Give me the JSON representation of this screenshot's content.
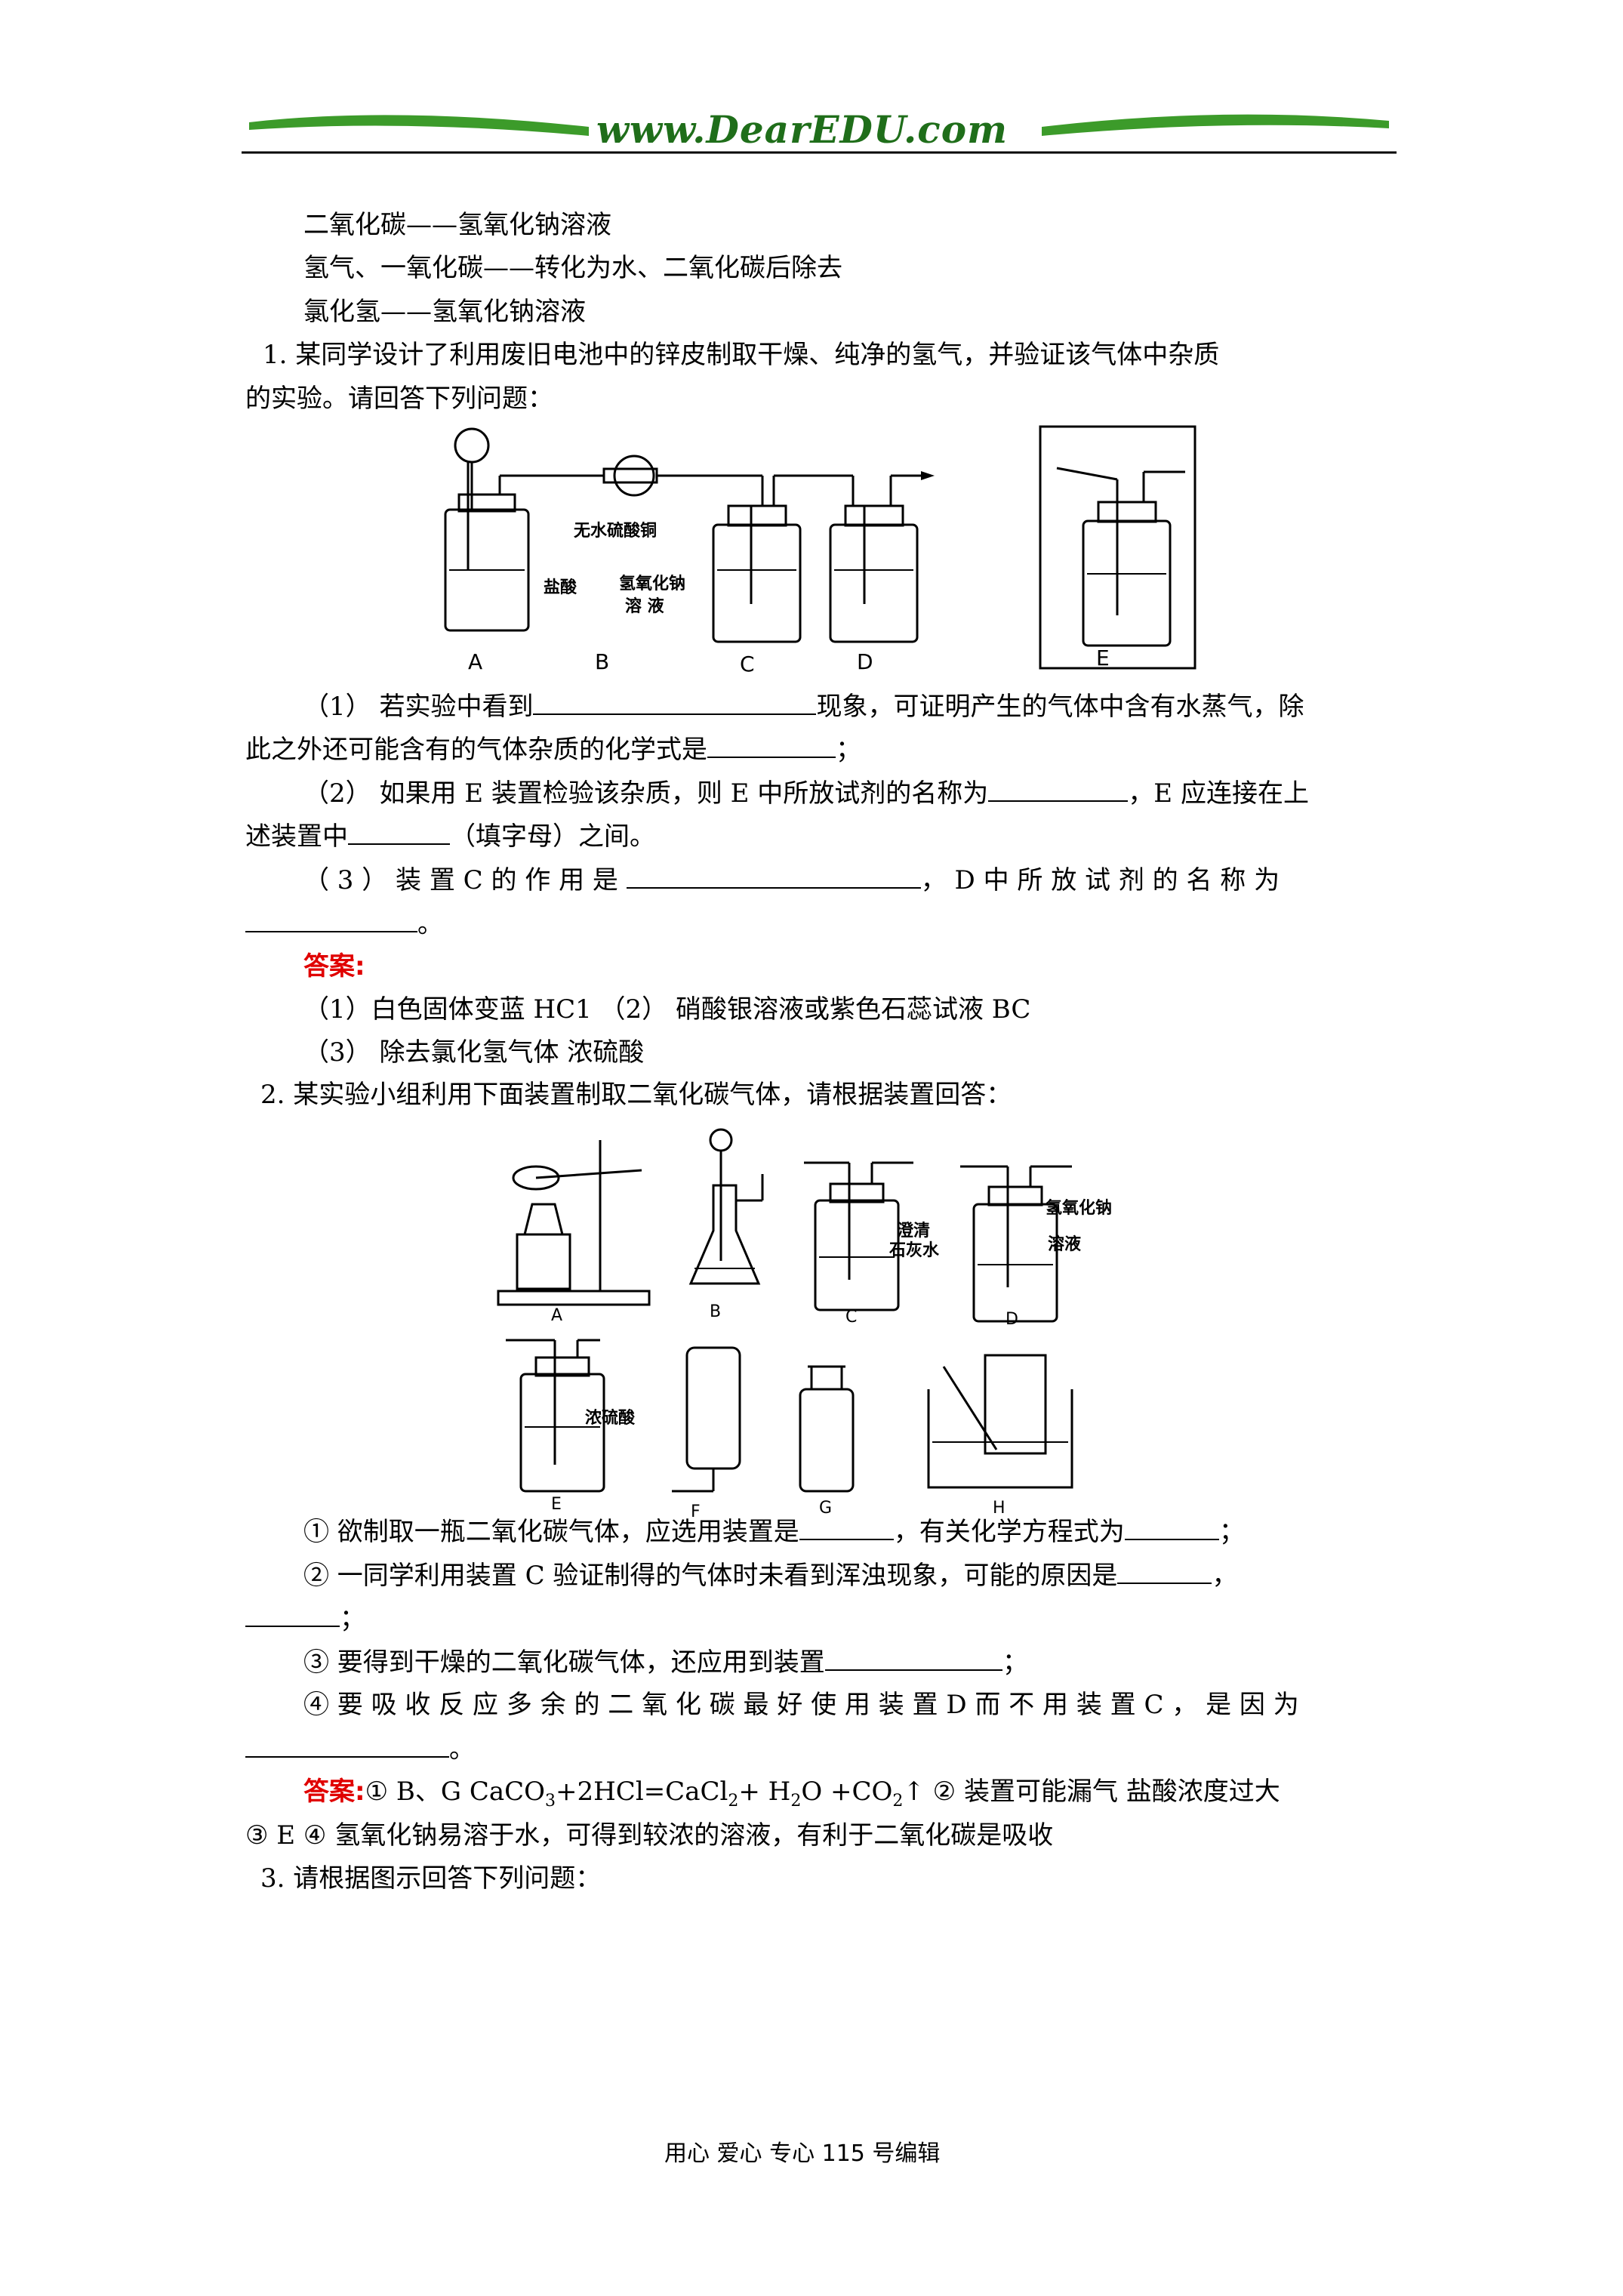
{
  "header": {
    "site_text": "www.DearEDU.com"
  },
  "intro_lines": [
    "二氧化碳——氢氧化钠溶液",
    "氢气、一氧化碳——转化为水、二氧化碳后除去",
    "氯化氢——氢氧化钠溶液"
  ],
  "q1": {
    "stem_line1": "1.   某同学设计了利用废旧电池中的锌皮制取干燥、纯净的氢气，并验证该气体中杂质",
    "stem_line2": "的实验。请回答下列问题：",
    "figure_labels": {
      "hcl": "盐酸",
      "cuso4": "无水硫酸铜",
      "naoh_line1": "氢氧化钠",
      "naoh_line2": "溶 液",
      "A": "A",
      "B": "B",
      "C": "C",
      "D": "D",
      "E": "E"
    },
    "p1_a": "（1）  若实验中看到",
    "p1_b": "现象，可证明产生的气体中含有水蒸气，除",
    "p1_c": "此之外还可能含有的气体杂质的化学式是",
    "p1_d": "；",
    "p2_a": "（2）  如果用 E 装置检验该杂质，则 E 中所放试剂的名称为",
    "p2_b": "，E 应连接在上",
    "p2_c": "述装置中",
    "p2_d": "（填字母）之间。",
    "p3_a": "（ 3 ）    装 置  C  的 作 用 是",
    "p3_b": "，  D  中 所 放 试 剂 的 名 称 为",
    "p3_c": "。",
    "answer_label": "答案:",
    "ans1": "（1）白色固体变蓝      HC1           （2）   硝酸银溶液或紫色石蕊试液      BC",
    "ans2": "（3）   除去氯化氢气体                浓硫酸"
  },
  "q2": {
    "stem": "2.  某实验小组利用下面装置制取二氧化碳气体，请根据装置回答：",
    "figure_labels": {
      "limewater_line1": "澄清",
      "limewater_line2": "石灰水",
      "naoh_line1": "氢氧化钠",
      "naoh_line2": "溶液",
      "h2so4": "浓硫酸",
      "A": "A",
      "B": "B",
      "C": "C",
      "D": "D",
      "E": "E",
      "F": "F",
      "G": "G",
      "H": "H"
    },
    "s1_a": "①  欲制取一瓶二氧化碳气体，应选用装置是",
    "s1_b": "，有关化学方程式为",
    "s1_c": "；",
    "s2_a": "②  一同学利用装置 C 验证制得的气体时未看到浑浊现象，可能的原因是",
    "s2_b": "，",
    "s2_c": "；",
    "s3_a": "③  要得到干燥的二氧化碳气体，还应用到装置",
    "s3_b": "；",
    "s4_a": "④    要 吸 收 反 应 多 余 的 二 氧 化 碳 最 好 使 用 装 置  D  而 不 用 装 置  C ，  是 因 为",
    "s4_b": "。",
    "answer_label": "答案:",
    "ans_a": "① B、G   CaCO",
    "ans_sub3": "3",
    "ans_b": "+2HCl=CaCl",
    "ans_sub2": "2",
    "ans_c": "+ H",
    "ans_sub2b": "2",
    "ans_d": "O +CO",
    "ans_sub2c": "2",
    "ans_e": "↑  ②  装置可能漏气      盐酸浓度过大",
    "ans_line2": "③  E  ④  氢氧化钠易溶于水，可得到较浓的溶液，有利于二氧化碳是吸收"
  },
  "q3": {
    "stem": "3.  请根据图示回答下列问题："
  },
  "footer": {
    "text": "用心  爱心  专心    115 号编辑"
  }
}
